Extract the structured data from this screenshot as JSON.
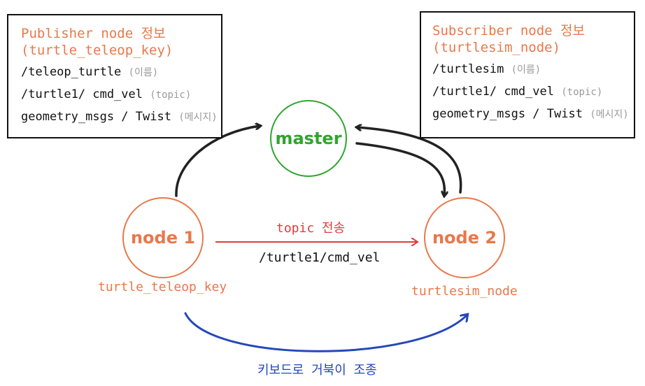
{
  "publisher_box": {
    "title": "Publisher node 정보\n(turtle_teleop_key)",
    "rows": [
      {
        "value": "/teleop_turtle",
        "note": "(이름)"
      },
      {
        "value": "/turtle1/ cmd_vel",
        "note": "(topic)"
      },
      {
        "value": "geometry_msgs / Twist",
        "note": "(메시지)"
      }
    ]
  },
  "subscriber_box": {
    "title": "Subscriber node 정보\n(turtlesim_node)",
    "rows": [
      {
        "value": "/turtlesim",
        "note": "(이름)"
      },
      {
        "value": "/turtle1/ cmd_vel",
        "note": "(topic)"
      },
      {
        "value": "geometry_msgs / Twist",
        "note": "(메시지)"
      }
    ]
  },
  "nodes": {
    "master": "master",
    "node1": "node 1",
    "node2": "node 2"
  },
  "labels": {
    "node1_name": "turtle_teleop_key",
    "node2_name": "turtlesim_node",
    "topic_transfer": "topic 전송",
    "topic_name": "/turtle1/cmd_vel",
    "keyboard_control": "키보드로 거북이 조종"
  },
  "colors": {
    "orange": "#e9784a",
    "green": "#2fa52f",
    "red": "#e23b3b",
    "blue": "#2448b8",
    "black": "#222222"
  }
}
